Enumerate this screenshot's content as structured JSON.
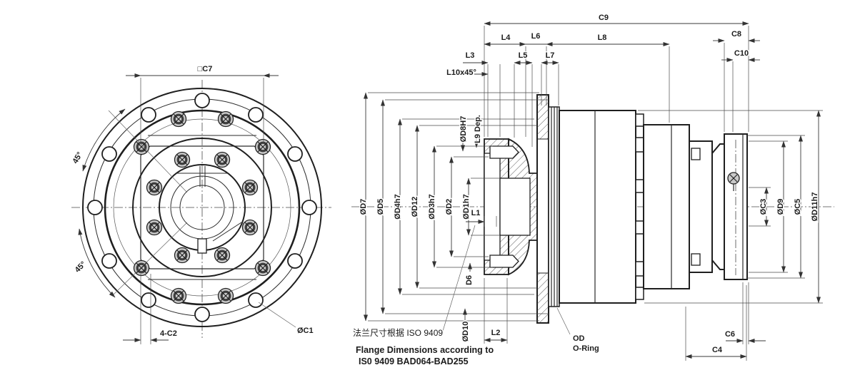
{
  "front_view": {
    "square_dim": "□C7",
    "angle_top": "45°",
    "angle_bottom": "45°",
    "corner_chamfer": "4-C2",
    "bolt_circle_dia": "ØC1"
  },
  "section_top_dims": {
    "c9": "C9",
    "l4": "L4",
    "l6": "L6",
    "l8": "L8",
    "c8": "C8",
    "l3": "L3",
    "l5": "L5",
    "l7": "L7",
    "c10": "C10",
    "chamfer": "L10x45°"
  },
  "section_left_dims": {
    "d7": "ØD7",
    "d5": "ØD5",
    "d4h7": "ØD4h7",
    "d12": "ØD12",
    "d3h7": "ØD3h7",
    "d2": "ØD2",
    "d1h7": "ØD1h7",
    "d8h7": "ØD8H7",
    "l9_depth": "L9 Dep.",
    "l1": "L1",
    "d6": "D6",
    "d10": "ØD10",
    "l2": "L2"
  },
  "section_right_dims": {
    "c3": "ØC3",
    "d9": "ØD9",
    "c5": "ØC5",
    "d11h7": "ØD11h7",
    "c6": "C6",
    "c4": "C4"
  },
  "callouts": {
    "oring_line1": "OD",
    "oring_line2": "O-Ring"
  },
  "notes": {
    "flange_note_cn": "法兰尺寸根据 ISO 9409",
    "flange_note_en_line1": "Flange Dimensions according to",
    "flange_note_en_line2": "IS0 9409 BAD064-BAD255"
  },
  "colors": {
    "line": "#1f1f1f",
    "dim_line": "#3a3a3a",
    "background": "#ffffff"
  }
}
